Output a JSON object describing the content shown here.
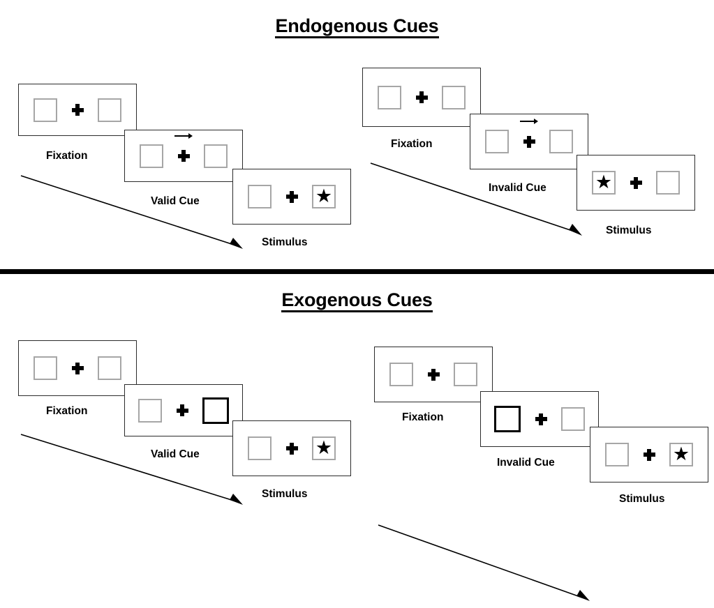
{
  "figure": {
    "title": "Posner cueing paradigm schematic",
    "colors": {
      "panel_border": "#2b2b2b",
      "box_border": "#a6a6a6",
      "cue_box_border": "#000000",
      "fixation_cross": "#000000",
      "stimulus_star": "#000000",
      "divider": "#000000",
      "background": "#ffffff"
    }
  },
  "sections": [
    {
      "id": "endogenous",
      "title": "Endogenous Cues",
      "sequences": [
        {
          "id": "endogenous-valid",
          "frames": [
            {
              "caption": "Fixation",
              "cue_type": "none",
              "cue_side": "none",
              "target_side": "none"
            },
            {
              "caption": "Valid Cue",
              "cue_type": "arrow",
              "cue_side": "right",
              "target_side": "none"
            },
            {
              "caption": "Stimulus",
              "cue_type": "none",
              "cue_side": "none",
              "target_side": "right"
            }
          ]
        },
        {
          "id": "endogenous-invalid",
          "frames": [
            {
              "caption": "Fixation",
              "cue_type": "none",
              "cue_side": "none",
              "target_side": "none"
            },
            {
              "caption": "Invalid Cue",
              "cue_type": "arrow",
              "cue_side": "right",
              "target_side": "none"
            },
            {
              "caption": "Stimulus",
              "cue_type": "none",
              "cue_side": "none",
              "target_side": "left"
            }
          ]
        }
      ]
    },
    {
      "id": "exogenous",
      "title": "Exogenous Cues",
      "sequences": [
        {
          "id": "exogenous-valid",
          "frames": [
            {
              "caption": "Fixation",
              "cue_type": "none",
              "cue_side": "none",
              "target_side": "none"
            },
            {
              "caption": "Valid Cue",
              "cue_type": "box-flash",
              "cue_side": "right",
              "target_side": "none"
            },
            {
              "caption": "Stimulus",
              "cue_type": "none",
              "cue_side": "none",
              "target_side": "right"
            }
          ]
        },
        {
          "id": "exogenous-invalid",
          "frames": [
            {
              "caption": "Fixation",
              "cue_type": "none",
              "cue_side": "none",
              "target_side": "none"
            },
            {
              "caption": "Invalid Cue",
              "cue_type": "box-flash",
              "cue_side": "left",
              "target_side": "none"
            },
            {
              "caption": "Stimulus",
              "cue_type": "none",
              "cue_side": "none",
              "target_side": "right"
            }
          ]
        }
      ]
    }
  ],
  "glyphs": {
    "star": "★",
    "fixation": "plus-cross",
    "time_arrow": "time-flow-arrow"
  }
}
